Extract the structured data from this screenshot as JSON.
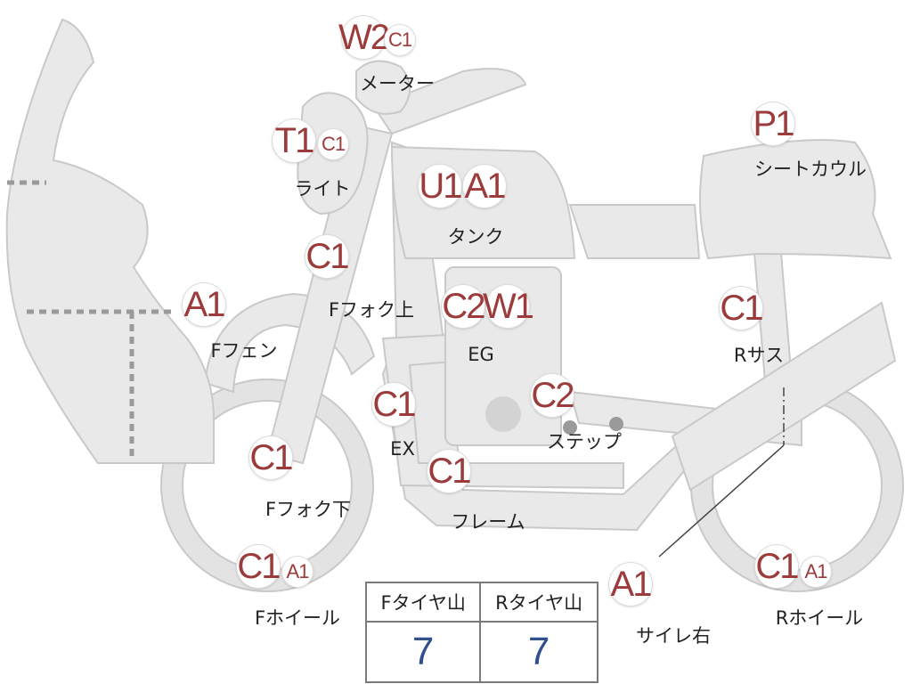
{
  "colors": {
    "part_fill": "#e9e9e9",
    "part_stroke": "#c9c9c9",
    "badge_text": "#9c3b3b",
    "value_text": "#2f4f8f"
  },
  "badges": [
    {
      "id": "meter-w2",
      "text": "W2"
    },
    {
      "id": "meter-c1",
      "text": "C1"
    },
    {
      "id": "light-t1",
      "text": "T1"
    },
    {
      "id": "light-c1",
      "text": "C1"
    },
    {
      "id": "tank-u1",
      "text": "U1"
    },
    {
      "id": "tank-a1",
      "text": "A1"
    },
    {
      "id": "seatcowl-p1",
      "text": "P1"
    },
    {
      "id": "ffork-upper-c1",
      "text": "C1"
    },
    {
      "id": "ffender-a1",
      "text": "A1"
    },
    {
      "id": "eg-c2",
      "text": "C2"
    },
    {
      "id": "eg-w1",
      "text": "W1"
    },
    {
      "id": "rsus-c1",
      "text": "C1"
    },
    {
      "id": "ex-c1",
      "text": "C1"
    },
    {
      "id": "step-c2",
      "text": "C2"
    },
    {
      "id": "ffork-lower-c1",
      "text": "C1"
    },
    {
      "id": "frame-c1",
      "text": "C1"
    },
    {
      "id": "fwheel-c1",
      "text": "C1"
    },
    {
      "id": "fwheel-a1",
      "text": "A1"
    },
    {
      "id": "silencer-a1",
      "text": "A1"
    },
    {
      "id": "rwheel-c1",
      "text": "C1"
    },
    {
      "id": "rwheel-a1",
      "text": "A1"
    }
  ],
  "labels": {
    "meter": "メーター",
    "light": "ライト",
    "tank": "タンク",
    "seat_cowl": "シートカウル",
    "ffork_upper": "Fフォク上",
    "ffender": "Fフェン",
    "eg": "EG",
    "rsus": "Rサス",
    "ex": "EX",
    "step": "ステップ",
    "ffork_lower": "Fフォク下",
    "frame": "フレーム",
    "fwheel": "Fホイール",
    "silencer": "サイレ右",
    "rwheel": "Rホイール"
  },
  "tire_table": {
    "headers": [
      "Fタイヤ山",
      "Rタイヤ山"
    ],
    "values": [
      "7",
      "7"
    ]
  }
}
